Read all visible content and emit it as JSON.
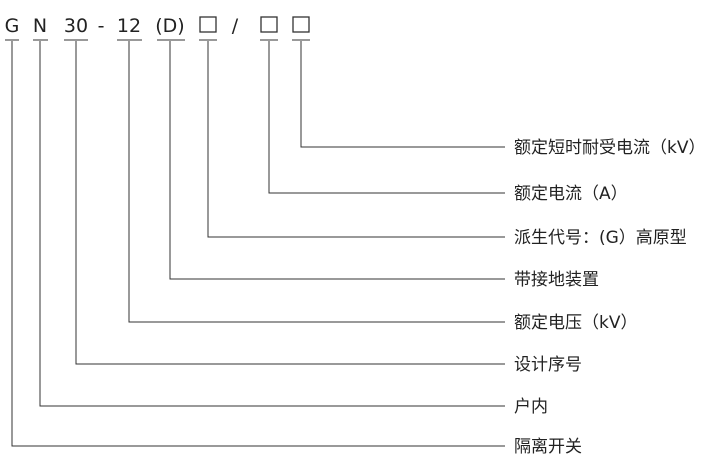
{
  "code": {
    "tokens": [
      {
        "text": "G",
        "kind": "text"
      },
      {
        "text": "N",
        "kind": "text"
      },
      {
        "text": "30",
        "kind": "text"
      },
      {
        "text": "-",
        "kind": "text"
      },
      {
        "text": "12",
        "kind": "text"
      },
      {
        "text": "(D)",
        "kind": "text"
      },
      {
        "text": "",
        "kind": "box"
      },
      {
        "text": "/",
        "kind": "text"
      },
      {
        "text": "",
        "kind": "box"
      },
      {
        "text": "",
        "kind": "box"
      }
    ]
  },
  "legend": [
    {
      "token": 9,
      "label": "额定短时耐受电流（kV）"
    },
    {
      "token": 8,
      "label": "额定电流（A）"
    },
    {
      "token": 6,
      "label": "派生代号：(G）高原型"
    },
    {
      "token": 5,
      "label": "带接地装置"
    },
    {
      "token": 4,
      "label": "额定电压（kV）"
    },
    {
      "token": 2,
      "label": "设计序号"
    },
    {
      "token": 1,
      "label": "户内"
    },
    {
      "token": 0,
      "label": "隔离开关"
    }
  ]
}
